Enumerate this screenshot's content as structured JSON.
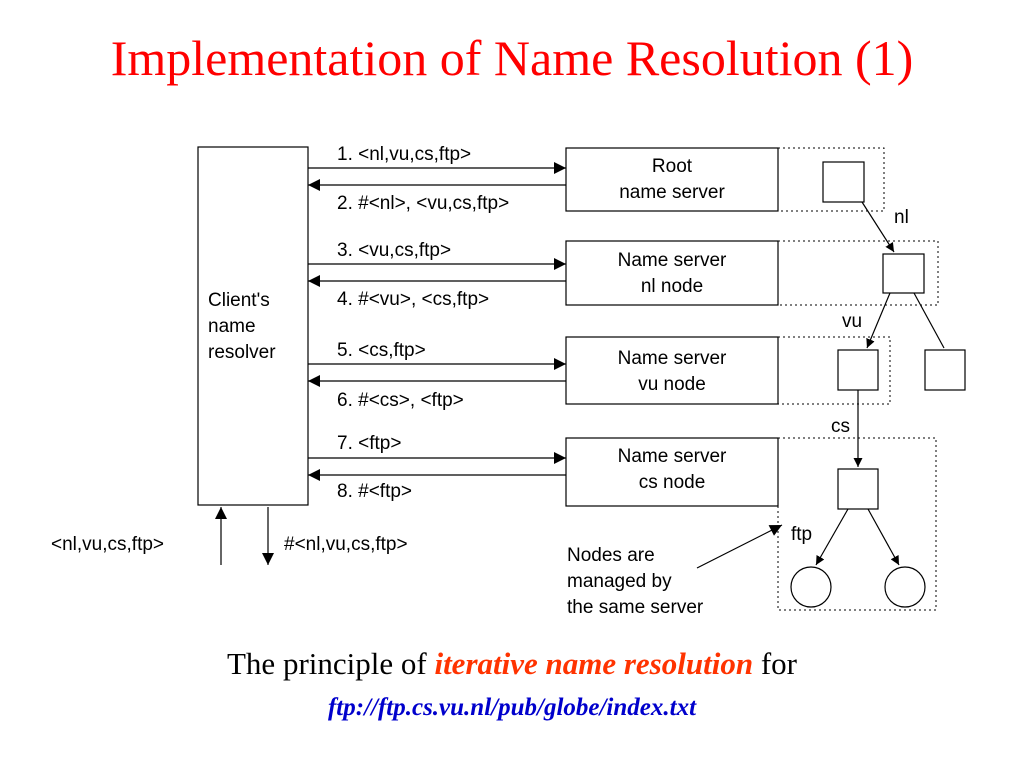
{
  "title": "Implementation of Name Resolution (1)",
  "colors": {
    "title": "#ff0000",
    "emphasis": "#ff3300",
    "url": "#0000cc",
    "line": "#000000"
  },
  "client_box": [
    "Client's",
    "name",
    "resolver"
  ],
  "messages": [
    "1. <nl,vu,cs,ftp>",
    "2. #<nl>, <vu,cs,ftp>",
    "3. <vu,cs,ftp>",
    "4. #<vu>, <cs,ftp>",
    "5. <cs,ftp>",
    "6. #<cs>, <ftp>",
    "7. <ftp>",
    "8. #<ftp>"
  ],
  "servers": [
    [
      "Root",
      "name server"
    ],
    [
      "Name server",
      "nl node"
    ],
    [
      "Name server",
      "vu node"
    ],
    [
      "Name server",
      "cs node"
    ]
  ],
  "edge_labels": [
    "nl",
    "vu",
    "cs",
    "ftp"
  ],
  "input_label": "<nl,vu,cs,ftp>",
  "output_label": "#<nl,vu,cs,ftp>",
  "note": [
    "Nodes are",
    "managed by",
    "the same server"
  ],
  "caption": {
    "prefix": "The principle of ",
    "emphasis": "iterative name resolution",
    "suffix": " for"
  },
  "url": "ftp://ftp.cs.vu.nl/pub/globe/index.txt"
}
